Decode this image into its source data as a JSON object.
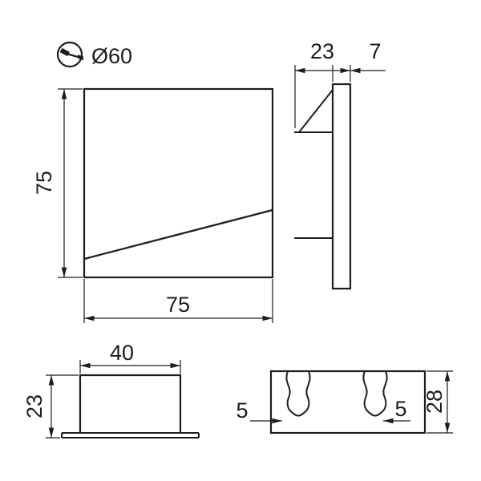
{
  "colors": {
    "line": "#1d1d1b",
    "background": "#ffffff"
  },
  "drawing": {
    "hole_marker": {
      "label": "Ø60",
      "icon": "screwdriver-icon"
    },
    "front_view": {
      "height_label": "75",
      "width_label": "75"
    },
    "side_view": {
      "depth_label": "23",
      "frame_thickness_label": "7"
    },
    "box_front_view": {
      "width_label": "40",
      "height_label": "23"
    },
    "box_side_view": {
      "left_clip_label": "5",
      "right_clip_label": "5",
      "height_label": "28"
    }
  }
}
